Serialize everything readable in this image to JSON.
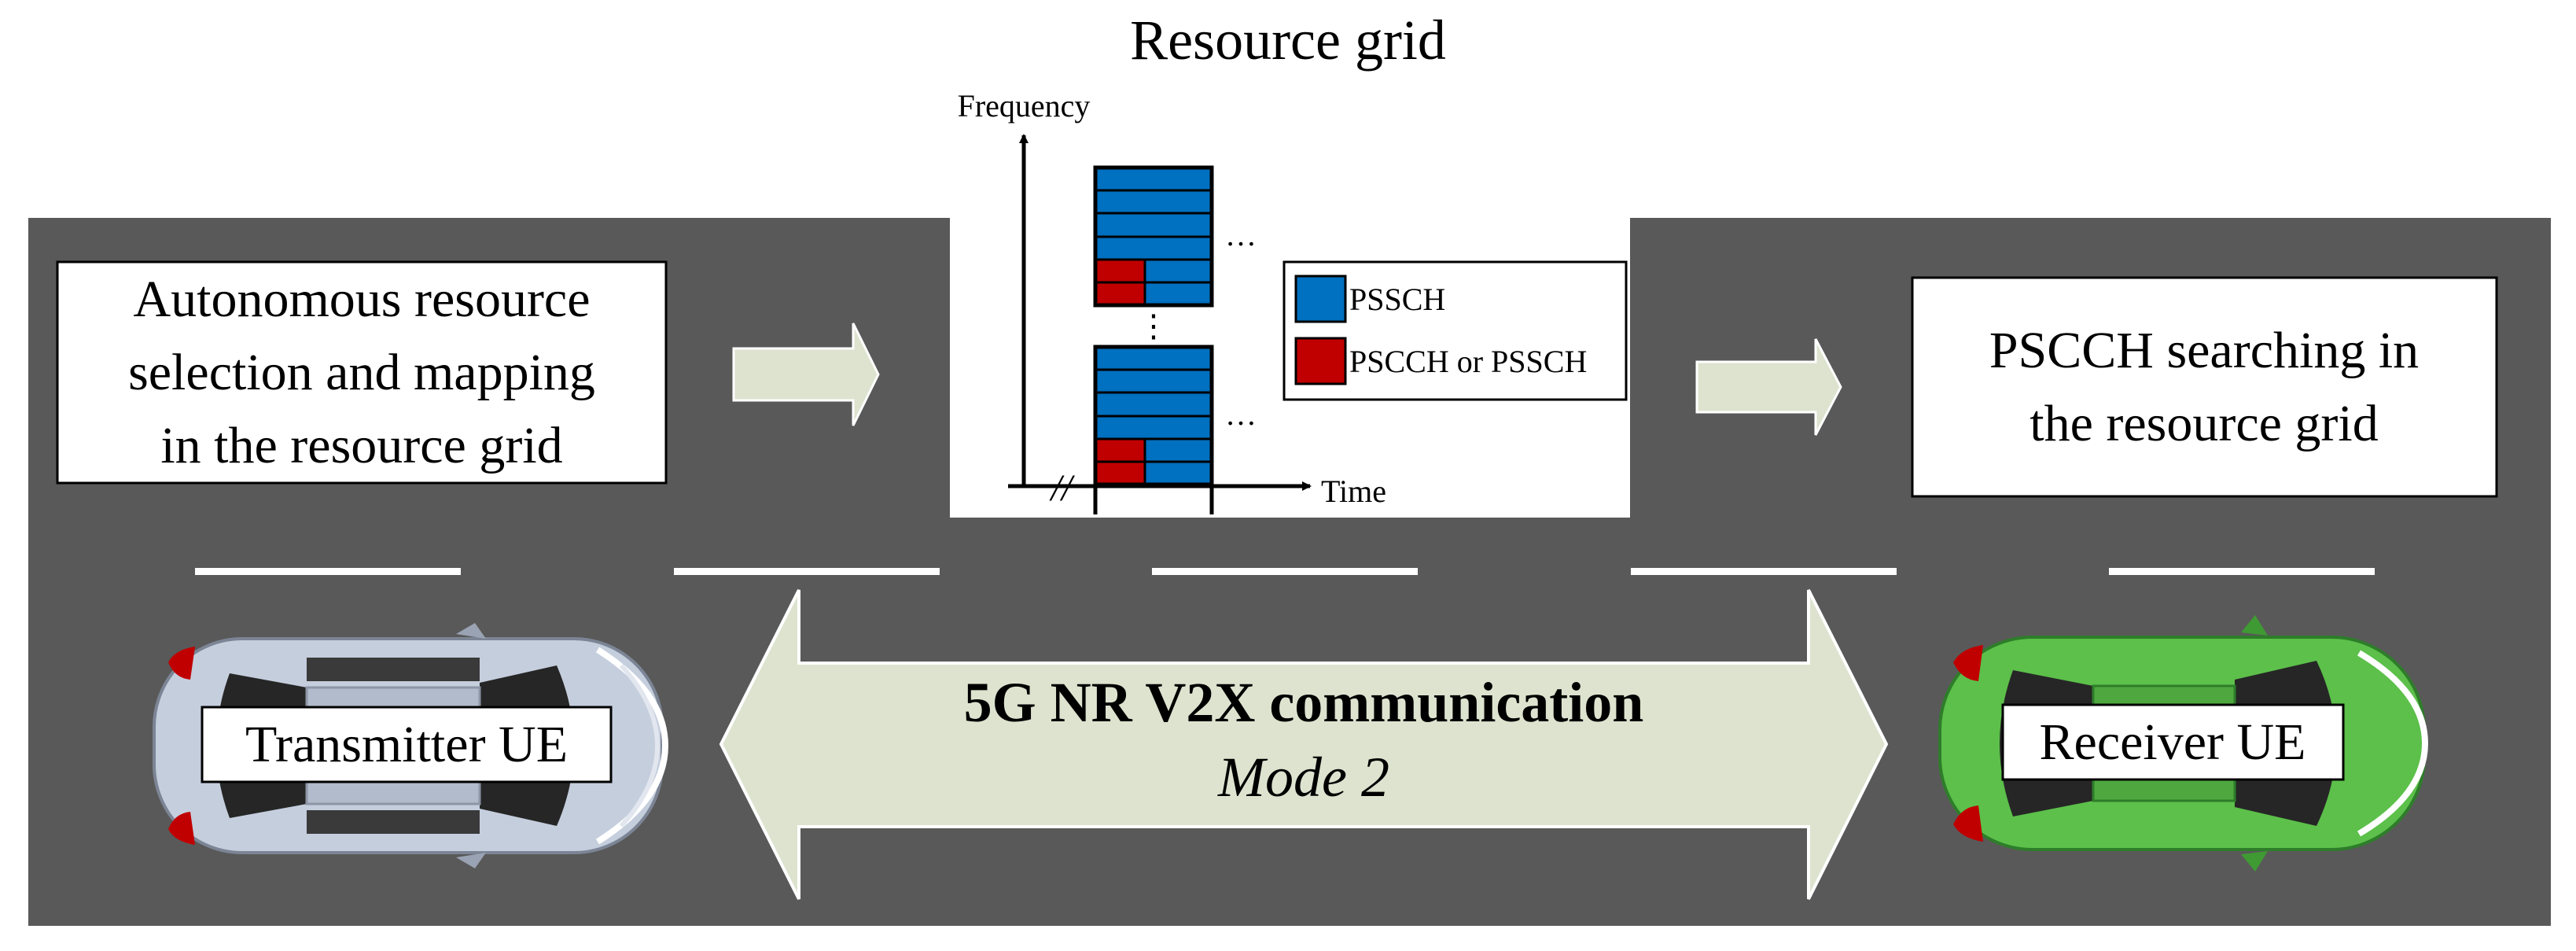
{
  "title": "Resource grid",
  "grid": {
    "y_axis_label": "Frequency",
    "x_axis_label": "Time",
    "continuation_dots": "…",
    "vertical_dots": "⋮",
    "axis_break": "//"
  },
  "legend": {
    "items": [
      {
        "label": "PSSCH",
        "color": "#0070C0"
      },
      {
        "label": "PSCCH or PSSCH",
        "color": "#C00000"
      }
    ]
  },
  "left_box": {
    "lines": [
      "Autonomous resource",
      "selection and mapping",
      "in the resource grid"
    ]
  },
  "right_box": {
    "lines": [
      "PSCCH searching in",
      "the resource grid"
    ]
  },
  "transmitter_label": "Transmitter UE",
  "receiver_label": "Receiver UE",
  "link": {
    "title": "5G NR V2X communication",
    "subtitle": "Mode 2"
  },
  "colors": {
    "road": "#595959",
    "arrow_fill": "#DDE3CF",
    "lane_marking": "#FFFFFF",
    "transmitter_car": "#C5CEDD",
    "receiver_car": "#5CC04A",
    "brake_light": "#C00000"
  },
  "icons": {
    "transmitter": "car-icon",
    "receiver": "car-icon"
  }
}
